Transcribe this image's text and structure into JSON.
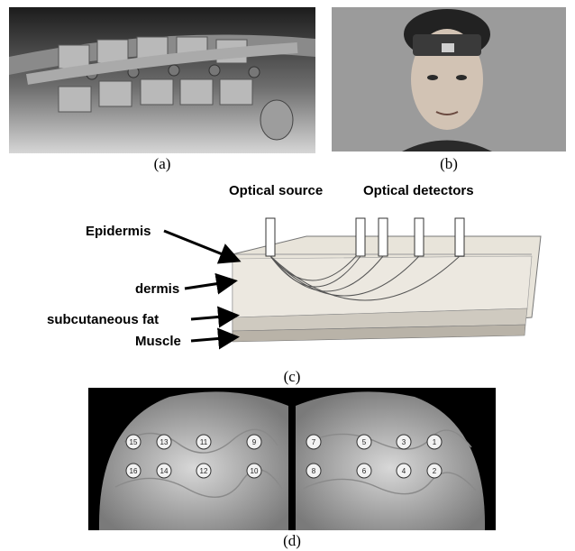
{
  "captions": {
    "a": "(a)",
    "b": "(b)",
    "c": "(c)",
    "d": "(d)"
  },
  "diagram": {
    "source_header": "Optical source",
    "detectors_header": "Optical detectors",
    "layers": [
      "Epidermis",
      "dermis",
      "subcutaneous fat",
      "Muscle"
    ]
  },
  "channels": {
    "top_row": [
      "15",
      "13",
      "11",
      "9",
      "7",
      "5",
      "3",
      "1"
    ],
    "bottom_row": [
      "16",
      "14",
      "12",
      "10",
      "8",
      "6",
      "4",
      "2"
    ]
  },
  "colors": {
    "photo_bg": "#2f2f2f",
    "headshot_bg": "#9a9a9a",
    "brain": "#c9c9c9",
    "skin": "#e6e1d6"
  }
}
